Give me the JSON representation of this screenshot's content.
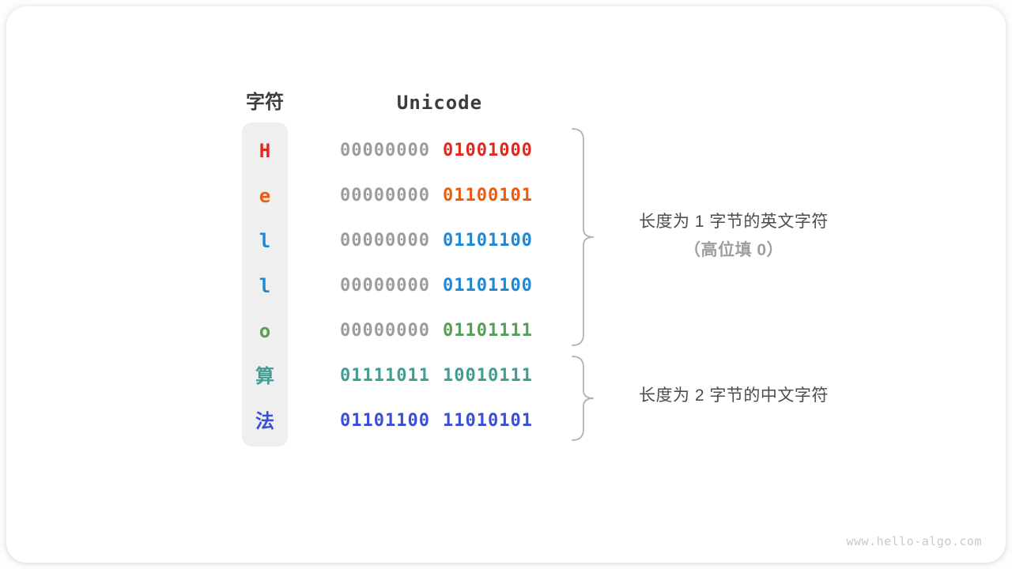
{
  "table": {
    "headers": {
      "char": "字符",
      "unicode": "Unicode"
    },
    "rows": [
      {
        "char": "H",
        "char_color": "#e0281e",
        "byte1": "00000000",
        "byte1_color": "#9c9c9c",
        "byte2": "01001000",
        "byte2_color": "#e0281e"
      },
      {
        "char": "e",
        "char_color": "#ed5c0e",
        "byte1": "00000000",
        "byte1_color": "#9c9c9c",
        "byte2": "01100101",
        "byte2_color": "#ed5c0e"
      },
      {
        "char": "l",
        "char_color": "#1d88d4",
        "byte1": "00000000",
        "byte1_color": "#9c9c9c",
        "byte2": "01101100",
        "byte2_color": "#1d88d4"
      },
      {
        "char": "l",
        "char_color": "#1d88d4",
        "byte1": "00000000",
        "byte1_color": "#9c9c9c",
        "byte2": "01101100",
        "byte2_color": "#1d88d4"
      },
      {
        "char": "o",
        "char_color": "#55a058",
        "byte1": "00000000",
        "byte1_color": "#9c9c9c",
        "byte2": "01101111",
        "byte2_color": "#55a058"
      },
      {
        "char": "算",
        "char_color": "#3f9e91",
        "byte1": "01111011",
        "byte1_color": "#3f9e91",
        "byte2": "10010111",
        "byte2_color": "#3f9e91"
      },
      {
        "char": "法",
        "char_color": "#3a4ed8",
        "byte1": "01101100",
        "byte1_color": "#3a4ed8",
        "byte2": "11010101",
        "byte2_color": "#3a4ed8"
      }
    ]
  },
  "annotations": {
    "english_group": {
      "line1": "长度为 1 字节的英文字符",
      "line2": "（高位填 0）"
    },
    "chinese_group": {
      "line1": "长度为 2 字节的中文字符"
    }
  },
  "watermark": "www.hello-algo.com",
  "colors": {
    "heading": "#3c3c3c",
    "byte_muted": "#9c9c9c",
    "brace": "#b2b2b2",
    "annotation_primary": "#4c4c4c",
    "annotation_secondary": "#9e9e9e",
    "char_strip_bg": "#efefef",
    "watermark": "#c9c9c9"
  }
}
